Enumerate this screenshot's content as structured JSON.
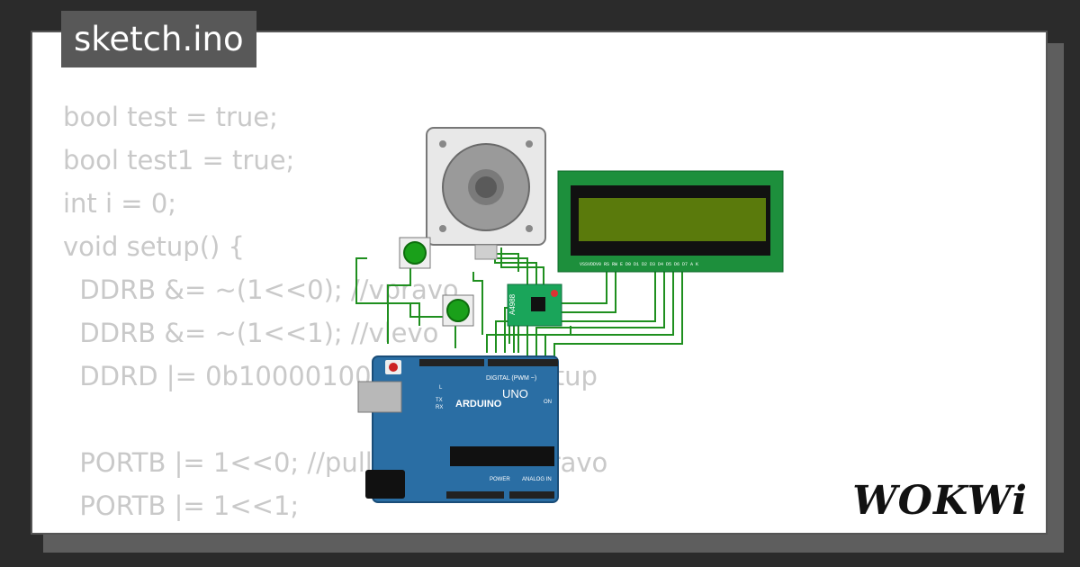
{
  "tab": {
    "filename": "sketch.ino"
  },
  "code": {
    "lines": [
      "bool test = true;",
      "bool test1 = true;",
      "int i = 0;",
      "void setup() {",
      "  DDRB &= ~(1<<0); //vpravo",
      "  DDRB &= ~(1<<1); //vlevo",
      "  DDRD |= 0b10000100; //tlacitko vystup",
      "",
      "  PORTB |= 1<<0; //pullup tlacitko vpravo",
      "  PORTB |= 1<<1;"
    ]
  },
  "diagram": {
    "driver_label": "A4988",
    "lcd_pins": "VSSVDDV0 RS RW E  D0 D1 D2 D3 D4 D5 D6 D7  A  K",
    "arduino": {
      "brand": "ARDUINO",
      "model": "UNO",
      "digital_header": "DIGITAL (PWM ~)",
      "power_header": "POWER",
      "analog_header": "ANALOG IN",
      "on_led": "ON",
      "tx_led": "TX",
      "rx_led": "RX",
      "l_led": "L"
    }
  },
  "branding": {
    "logo": "WOKWi"
  },
  "colors": {
    "wire": "#1f8f1f",
    "board": "#2a6ea4",
    "lcd_pcb": "#1d8f3c",
    "lcd_screen": "#5a7a0c"
  }
}
